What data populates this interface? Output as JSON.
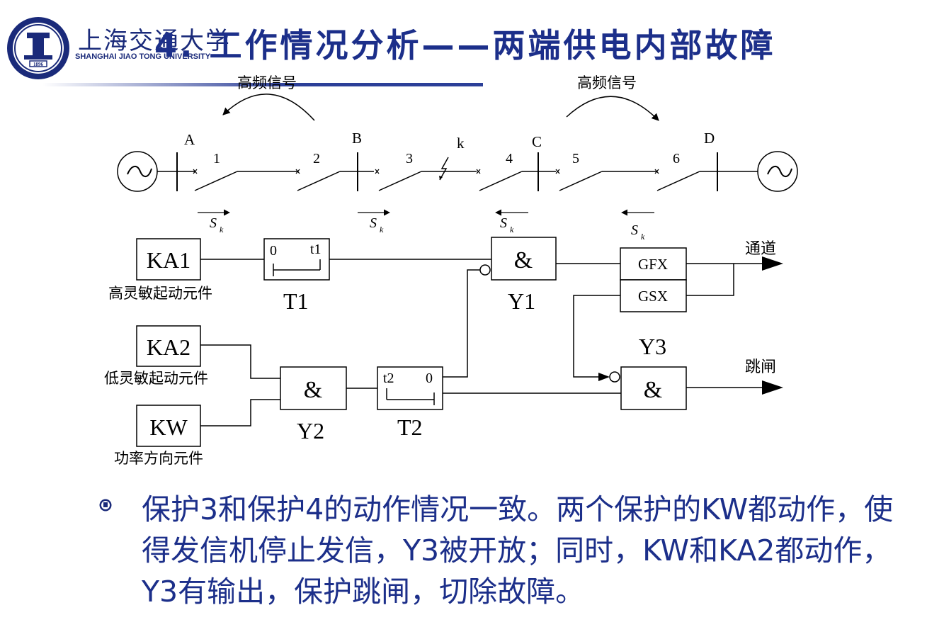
{
  "header": {
    "university_cn": "上海交通大学",
    "university_en": "SHANGHAI JIAO TONG UNIVERSITY",
    "logo_year": "1896",
    "title": "4. 工作情况分析——两端供电内部故障"
  },
  "diagram": {
    "hf_signal_left": "高频信号",
    "hf_signal_right": "高频信号",
    "bus_labels": [
      "A",
      "B",
      "C",
      "D"
    ],
    "breaker_labels": [
      "1",
      "2",
      "3",
      "4",
      "5",
      "6"
    ],
    "fault_label": "k",
    "sk_label": "S",
    "sk_sub": "k",
    "ka1": "KA1",
    "ka1_desc": "高灵敏起动元件",
    "ka2": "KA2",
    "ka2_desc": "低灵敏起动元件",
    "kw": "KW",
    "kw_desc": "功率方向元件",
    "t1": "T1",
    "t1_left": "0",
    "t1_right": "t1",
    "t2": "T2",
    "t2_left": "t2",
    "t2_right": "0",
    "y1": "Y1",
    "y2": "Y2",
    "y3": "Y3",
    "and_symbol": "&",
    "gfx": "GFX",
    "gsx": "GSX",
    "channel": "通道",
    "trip": "跳闸"
  },
  "body": {
    "bullet": "保护3和保护4的动作情况一致。两个保护的KW都动作，使得发信机停止发信，Y3被开放；同时，KW和KA2都动作，Y3有输出，保护跳闸，切除故障。"
  },
  "colors": {
    "title": "#1c2f8a",
    "text": "#1c2f8a",
    "line": "#000000"
  }
}
